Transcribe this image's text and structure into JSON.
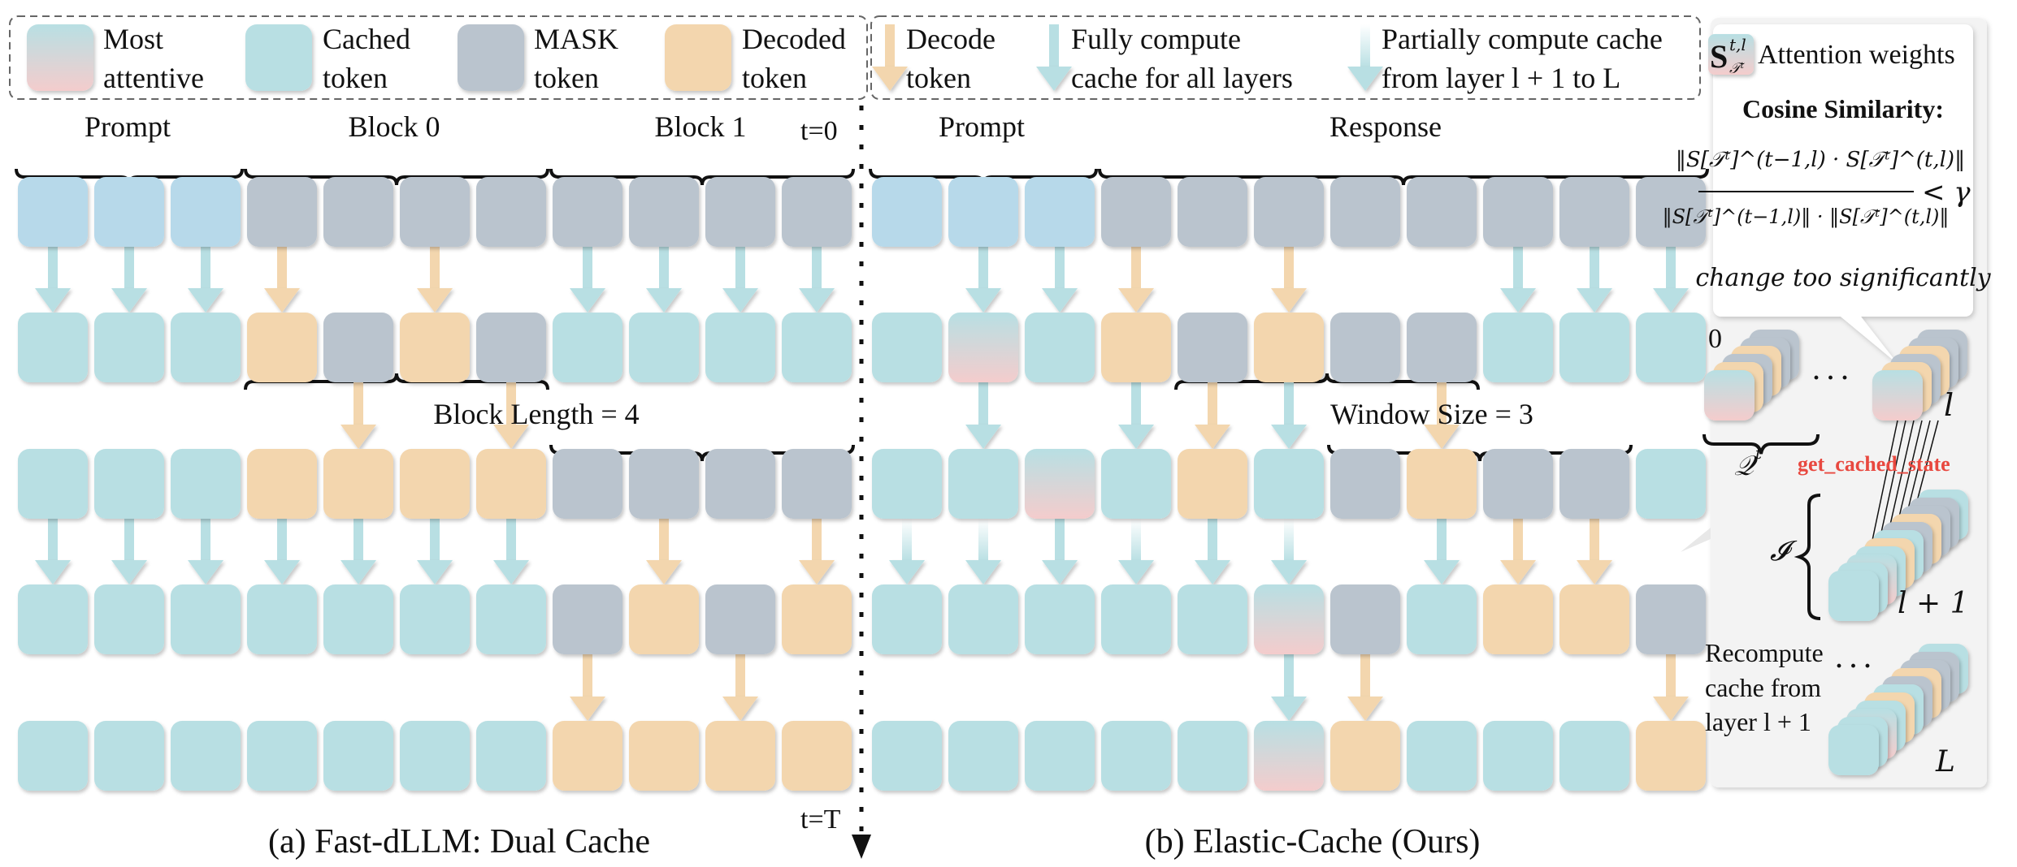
{
  "colors": {
    "cached": "#b8dfe3",
    "prompt": "#b7d9ea",
    "mask": "#bac4ce",
    "decoded": "#f3d6ae",
    "attentive_top": "#b8dfe3",
    "attentive_bottom": "#f4cccc",
    "arrow_cache": "#b8dfe3",
    "arrow_decode": "#f3d6ae",
    "panel_bg": "#f3f3f3",
    "highlight_text": "#e8483f"
  },
  "legend": {
    "items": [
      {
        "type": "attentive",
        "label_line1": "Most",
        "label_line2": "attentive"
      },
      {
        "type": "cached",
        "label_line1": "Cached",
        "label_line2": "token"
      },
      {
        "type": "mask",
        "label_line1": "MASK",
        "label_line2": "token"
      },
      {
        "type": "decoded",
        "label_line1": "Decoded",
        "label_line2": "token"
      }
    ],
    "arrows": [
      {
        "type": "decode",
        "label_line1": "Decode",
        "label_line2": "token"
      },
      {
        "type": "full",
        "label_line1": "Fully compute",
        "label_line2": "cache for all layers"
      },
      {
        "type": "partial",
        "label_line1": "Partially compute cache",
        "label_line2": "from layer l + 1  to  L"
      }
    ]
  },
  "left_panel": {
    "caption": "(a) Fast-dLLM: Dual Cache",
    "groups": [
      {
        "label": "Prompt",
        "start": 0,
        "end": 2
      },
      {
        "label": "Block 0",
        "start": 3,
        "end": 6
      },
      {
        "label": "Block 1",
        "start": 7,
        "end": 10
      }
    ],
    "time_start": "t=0",
    "time_end": "t=T",
    "block_length_label": "Block Length = 4",
    "rows": [
      [
        "prompt",
        "prompt",
        "prompt",
        "mask",
        "mask",
        "mask",
        "mask",
        "mask",
        "mask",
        "mask",
        "mask"
      ],
      [
        "cached",
        "cached",
        "cached",
        "decoded",
        "mask",
        "decoded",
        "mask",
        "cached",
        "cached",
        "cached",
        "cached"
      ],
      [
        "cached",
        "cached",
        "cached",
        "decoded",
        "decoded",
        "decoded",
        "decoded",
        "mask",
        "mask",
        "mask",
        "mask"
      ],
      [
        "cached",
        "cached",
        "cached",
        "cached",
        "cached",
        "cached",
        "cached",
        "mask",
        "decoded",
        "mask",
        "decoded"
      ],
      [
        "cached",
        "cached",
        "cached",
        "cached",
        "cached",
        "cached",
        "cached",
        "decoded",
        "decoded",
        "decoded",
        "decoded"
      ]
    ],
    "arrows": [
      [
        "full",
        "full",
        "full",
        "decode",
        "none",
        "decode",
        "none",
        "full",
        "full",
        "full",
        "full"
      ],
      [
        "none",
        "none",
        "none",
        "none",
        "decode",
        "none",
        "decode",
        "none",
        "none",
        "none",
        "none"
      ],
      [
        "full",
        "full",
        "full",
        "full",
        "full",
        "full",
        "full",
        "none",
        "decode",
        "none",
        "decode"
      ],
      [
        "none",
        "none",
        "none",
        "none",
        "none",
        "none",
        "none",
        "decode",
        "none",
        "decode",
        "none"
      ]
    ]
  },
  "right_panel": {
    "caption": "(b) Elastic-Cache (Ours)",
    "groups": [
      {
        "label": "Prompt",
        "start": 0,
        "end": 2
      },
      {
        "label": "Response",
        "start": 3,
        "end": 10
      }
    ],
    "window_size_label": "Window Size = 3",
    "rows": [
      [
        "prompt",
        "prompt",
        "prompt",
        "mask",
        "mask",
        "mask",
        "mask",
        "mask",
        "mask",
        "mask",
        "mask"
      ],
      [
        "cached",
        "attentive",
        "cached",
        "decoded",
        "mask",
        "decoded",
        "mask",
        "mask",
        "cached",
        "cached",
        "cached"
      ],
      [
        "cached",
        "cached",
        "attentive",
        "cached",
        "decoded",
        "cached",
        "mask",
        "decoded",
        "mask",
        "mask",
        "cached"
      ],
      [
        "cached",
        "cached",
        "cached",
        "cached",
        "cached",
        "attentive",
        "mask",
        "cached",
        "decoded",
        "decoded",
        "mask"
      ],
      [
        "cached",
        "cached",
        "cached",
        "cached",
        "cached",
        "attentive",
        "decoded",
        "cached",
        "cached",
        "cached",
        "decoded"
      ]
    ],
    "arrows": [
      [
        "none",
        "full",
        "full",
        "decode",
        "none",
        "decode",
        "none",
        "none",
        "full",
        "full",
        "full"
      ],
      [
        "none",
        "full",
        "none",
        "full",
        "decode",
        "full",
        "none",
        "decode",
        "none",
        "none",
        "none"
      ],
      [
        "partial",
        "partial",
        "full",
        "partial",
        "full",
        "partial",
        "none",
        "full",
        "decode",
        "decode",
        "none"
      ],
      [
        "none",
        "none",
        "none",
        "none",
        "none",
        "full",
        "decode",
        "none",
        "none",
        "none",
        "decode"
      ]
    ]
  },
  "side_panel": {
    "attention_symbol": "S",
    "attention_sup": "t,l",
    "attention_sub": "𝒯ᵗ",
    "attention_label": "Attention weights",
    "cosine_title": "Cosine Similarity:",
    "numerator": "‖S[𝒯ᵗ]^(t−1,l) · S[𝒯ᵗ]^(t,l)‖",
    "denominator": "‖S[𝒯ᵗ]^(t−1,l)‖ · ‖S[𝒯ᵗ]^(t,l)‖",
    "threshold": "< γ",
    "change_note": "change too significantly",
    "layer_first": "0",
    "layer_l": "l",
    "layer_l1": "l + 1",
    "layer_L": "L",
    "ellipsis": "· · ·",
    "query_label": "𝒬",
    "query_sup": "t",
    "get_cached_state": "get_cached_state",
    "index_label": "𝓘",
    "recompute_line1": "Recompute",
    "recompute_line2": "cache from",
    "recompute_line3": "layer l + 1",
    "stack_layer0": [
      "mask",
      "mask",
      "decoded",
      "mask",
      "decoded",
      "attentive"
    ],
    "stack_layer_l": [
      "mask",
      "mask",
      "decoded",
      "mask",
      "decoded",
      "attentive"
    ],
    "stack_layer_l1": [
      "cached",
      "mask",
      "mask",
      "decoded",
      "mask",
      "cached",
      "decoded",
      "cached",
      "attentive",
      "cached",
      "cached"
    ],
    "stack_layer_L": [
      "cached",
      "mask",
      "mask",
      "decoded",
      "mask",
      "cached",
      "decoded",
      "cached",
      "attentive",
      "cached",
      "cached"
    ]
  }
}
